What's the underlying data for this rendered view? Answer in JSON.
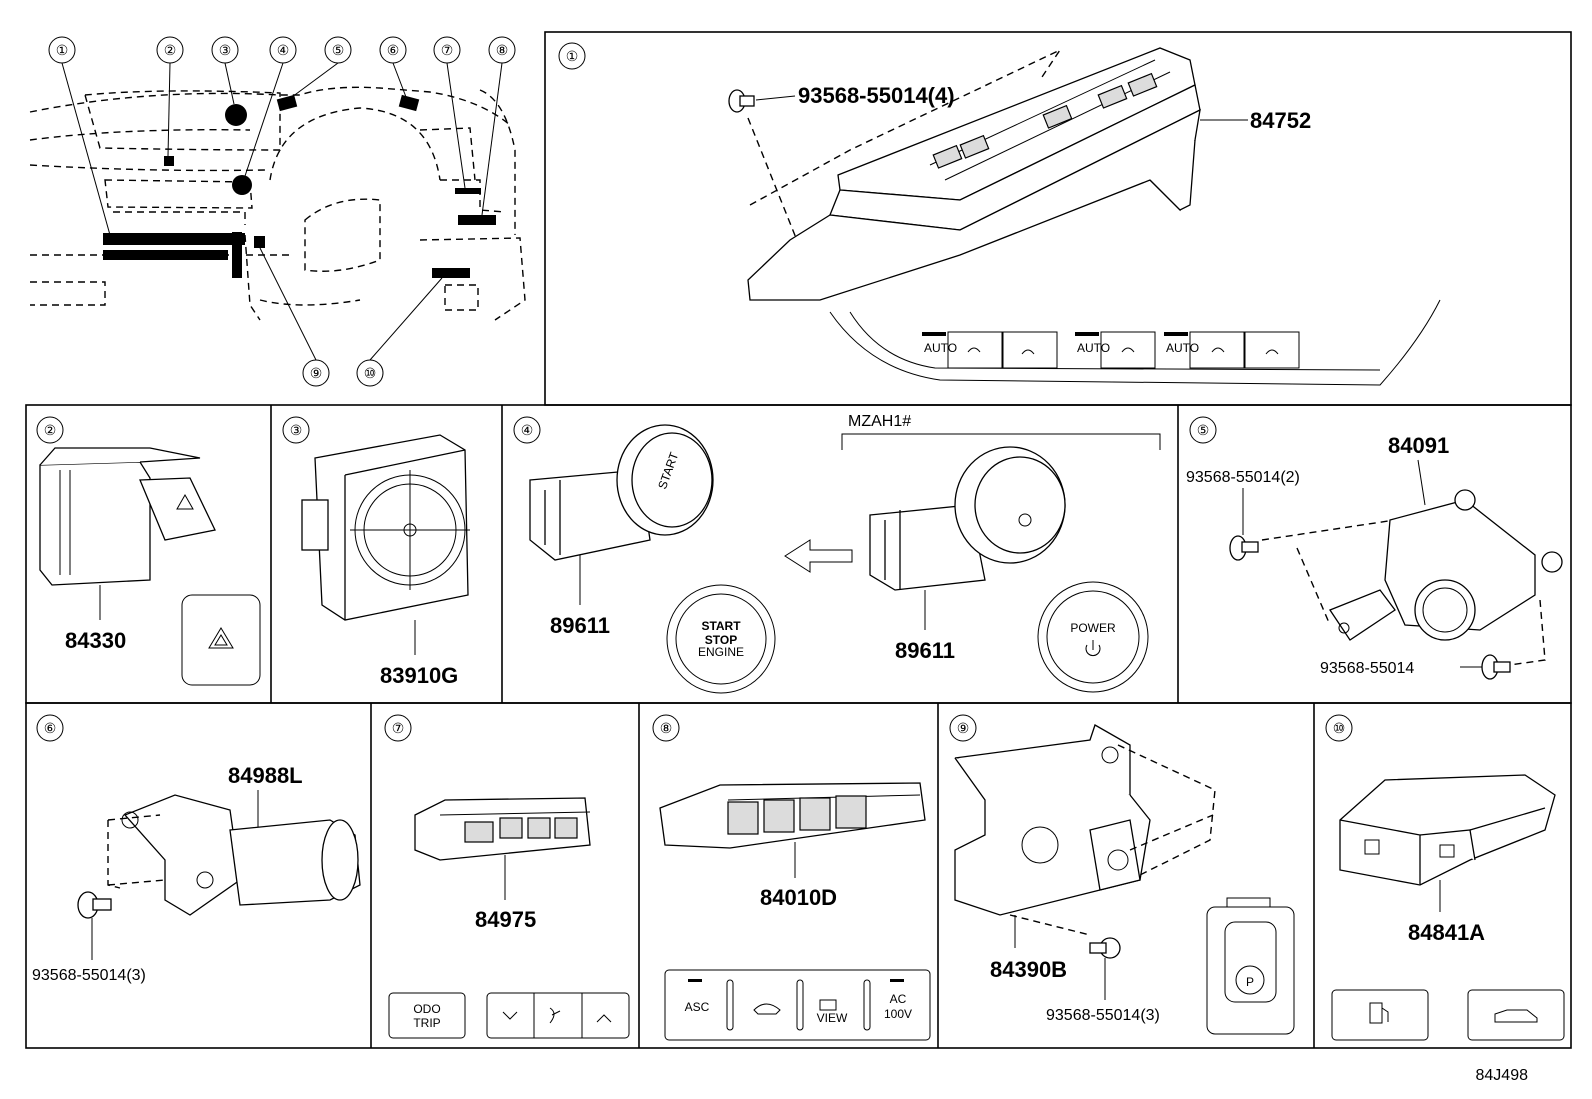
{
  "diagram": {
    "overview_callouts": [
      "①",
      "②",
      "③",
      "④",
      "⑤",
      "⑥",
      "⑦",
      "⑧",
      "⑨",
      "⑩"
    ],
    "panels": [
      {
        "id": "①",
        "parts": [
          "93568-55014(4)",
          "84752"
        ],
        "buttons": [
          "AUTO",
          "AUTO",
          "AUTO"
        ]
      },
      {
        "id": "②",
        "parts": [
          "84330"
        ]
      },
      {
        "id": "③",
        "parts": [
          "83910G"
        ]
      },
      {
        "id": "④",
        "parts": [
          "89611",
          "89611"
        ],
        "note": "MZAH1#",
        "buttons": {
          "start_line1": "START",
          "start_line2": "STOP",
          "start_line3": "ENGINE",
          "power": "POWER"
        }
      },
      {
        "id": "⑤",
        "parts": [
          "84091",
          "93568-55014(2)",
          "93568-55014"
        ]
      },
      {
        "id": "⑥",
        "parts": [
          "84988L",
          "93568-55014(3)"
        ]
      },
      {
        "id": "⑦",
        "parts": [
          "84975"
        ],
        "buttons": {
          "odo1": "ODO",
          "odo2": "TRIP"
        }
      },
      {
        "id": "⑧",
        "parts": [
          "84010D"
        ],
        "buttons": {
          "asc": "ASC",
          "view": "VIEW",
          "ac1": "AC",
          "ac2": "100V"
        }
      },
      {
        "id": "⑨",
        "parts": [
          "84390B",
          "93568-55014(3)"
        ],
        "buttons": {
          "park": "P"
        }
      },
      {
        "id": "⑩",
        "parts": [
          "84841A"
        ]
      }
    ],
    "footer_code": "84J498"
  }
}
